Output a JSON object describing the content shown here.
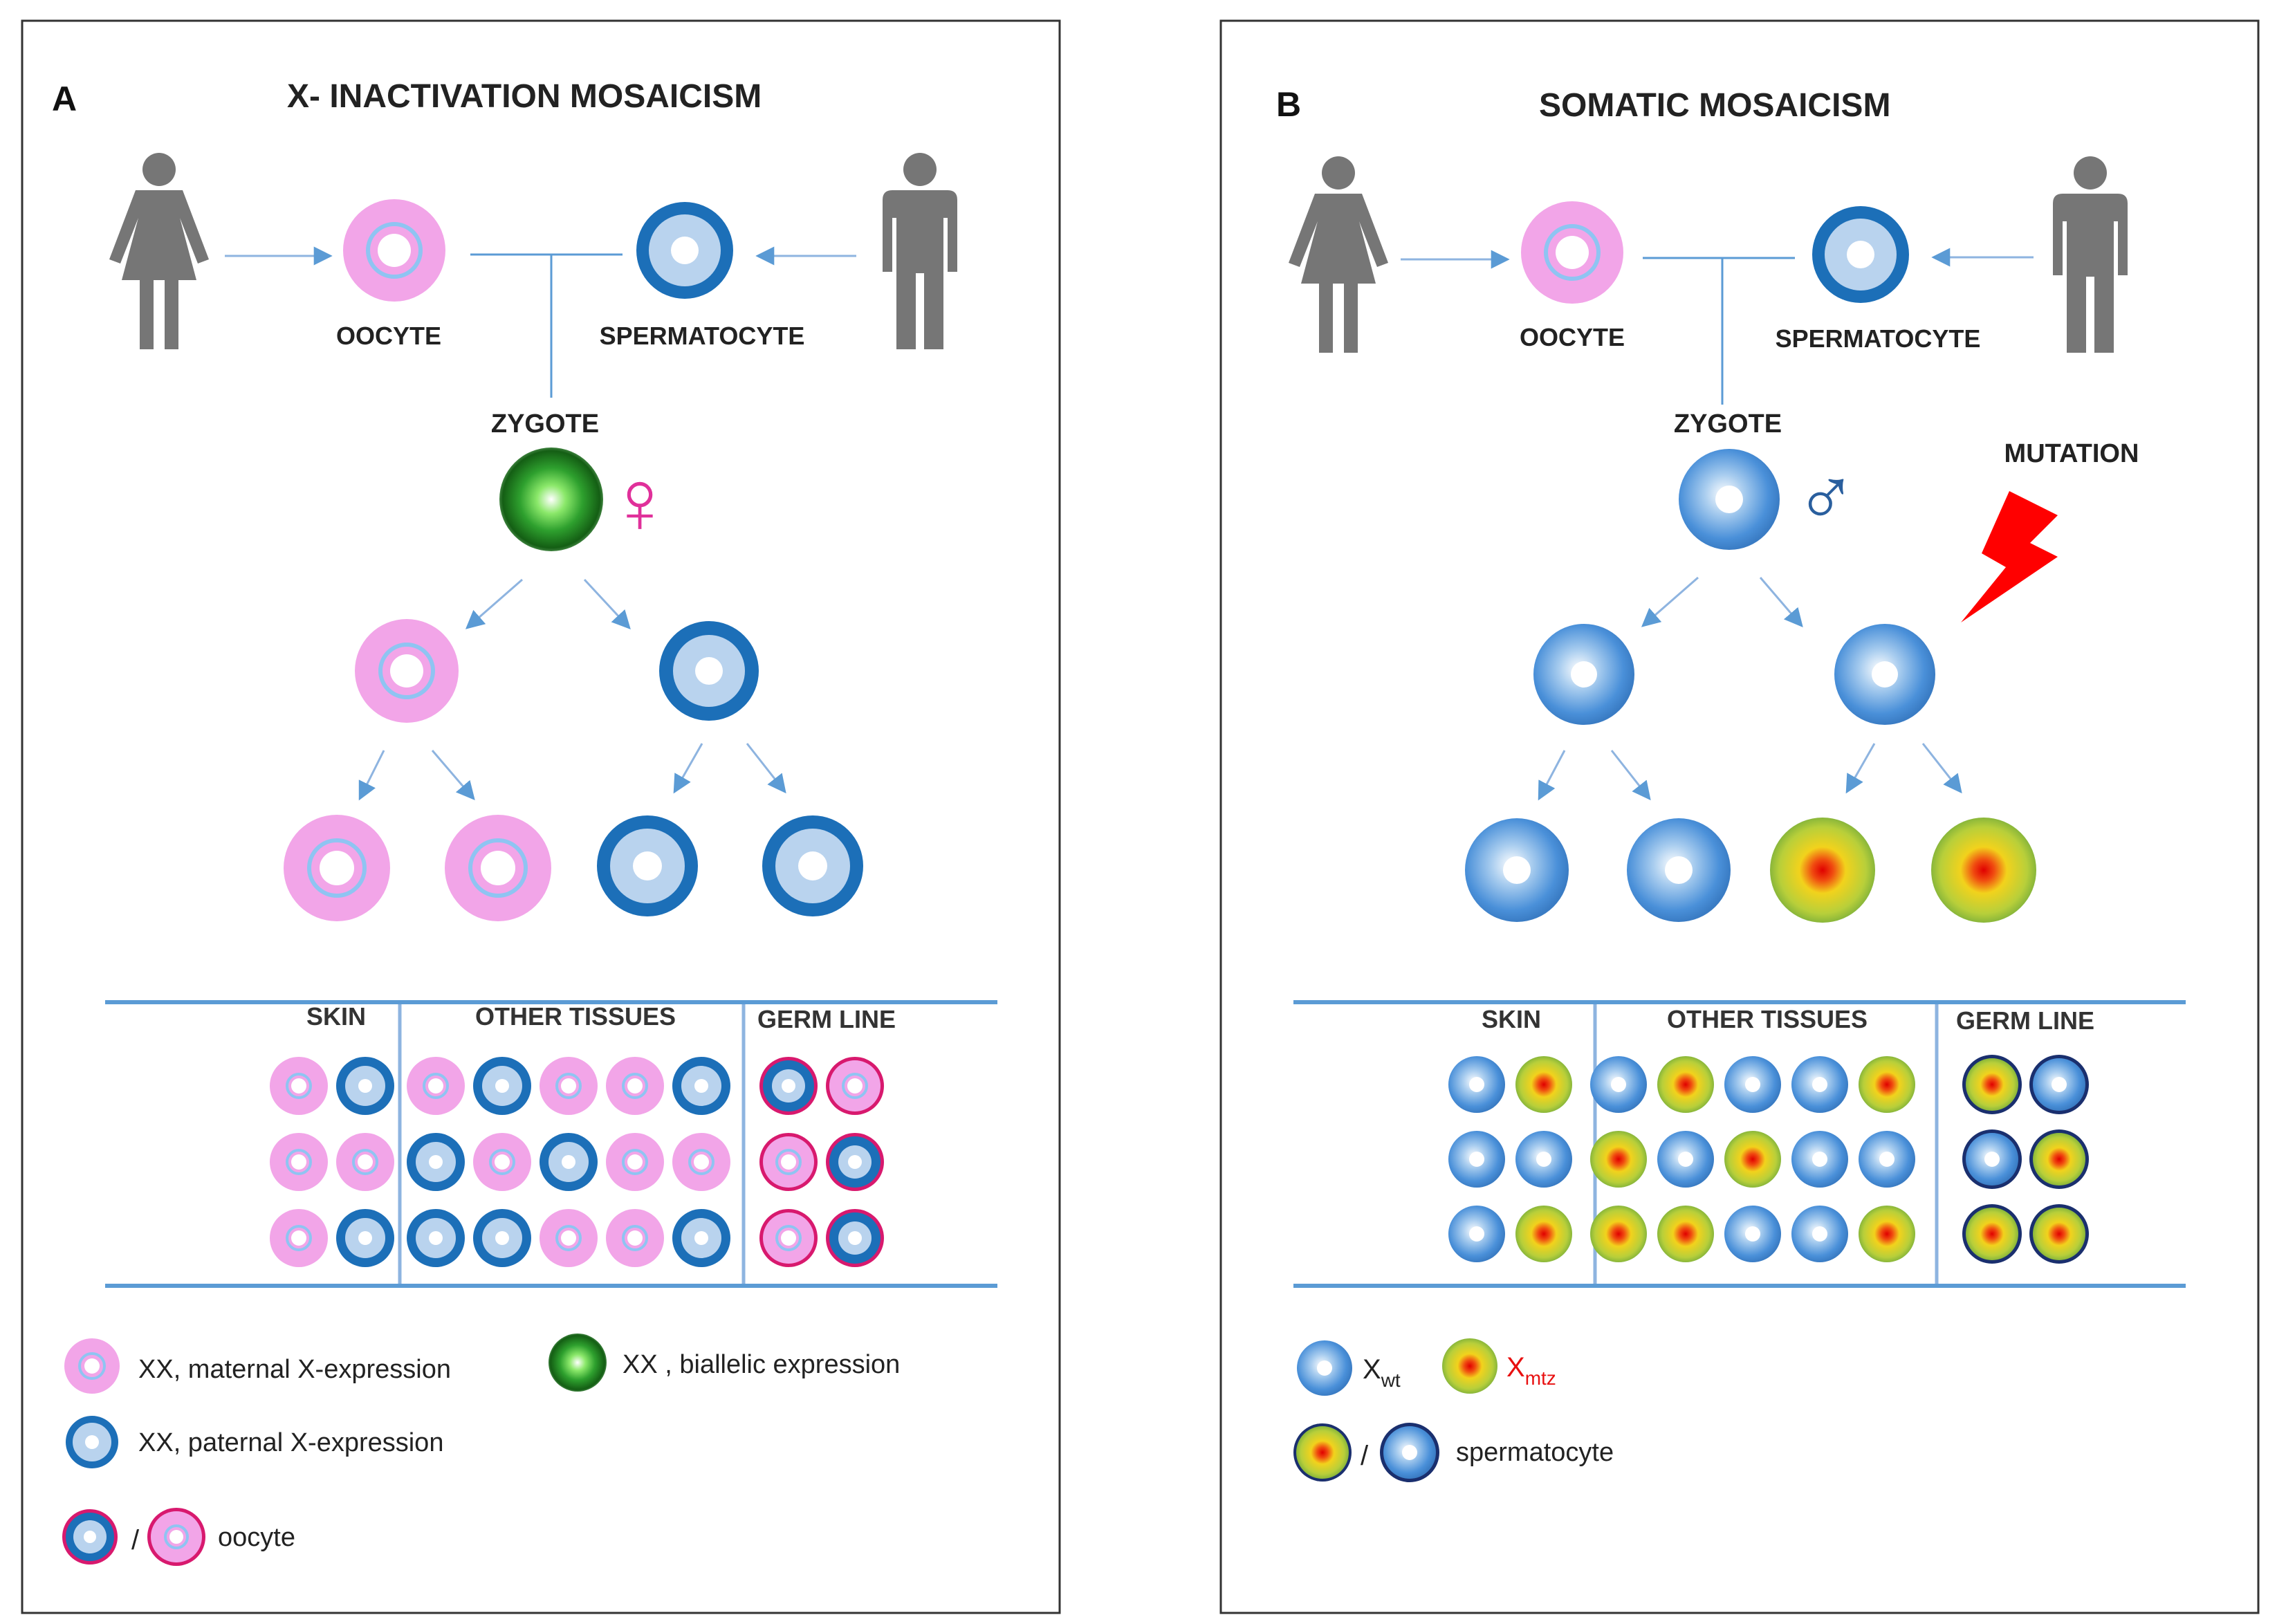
{
  "panel_a": {
    "letter": "A",
    "title": "X- INACTIVATION MOSAICISM",
    "oocyte_label": "OOCYTE",
    "spermatocyte_label": "SPERMATOCYTE",
    "zygote_label": "ZYGOTE",
    "sex_symbol": "♀",
    "tissue_headers": [
      "SKIN",
      "OTHER TISSUES",
      "GERM LINE"
    ],
    "skin_grid": [
      [
        "M",
        "P"
      ],
      [
        "M",
        "M"
      ],
      [
        "M",
        "P"
      ]
    ],
    "other_grid": [
      [
        "M",
        "P",
        "M",
        "M",
        "P"
      ],
      [
        "P",
        "M",
        "P",
        "M",
        "M"
      ],
      [
        "P",
        "P",
        "M",
        "M",
        "P"
      ]
    ],
    "germ_grid": [
      [
        "GP",
        "GM"
      ],
      [
        "GM",
        "GP"
      ],
      [
        "GM",
        "GP"
      ]
    ],
    "legend": {
      "maternal": "XX, maternal X-expression",
      "paternal": "XX, paternal  X-expression",
      "biallelic": "XX , biallelic expression",
      "slash": "/",
      "oocyte": "oocyte"
    },
    "colors": {
      "maternal": "#f2a5e8",
      "paternal_ring": "#1c6fb8",
      "paternal_core": "#b9d3ee",
      "biallelic": "#3a9a3a",
      "germ_ring": "#d8196e"
    }
  },
  "panel_b": {
    "letter": "B",
    "title": "SOMATIC MOSAICISM",
    "oocyte_label": "OOCYTE",
    "spermatocyte_label": "SPERMATOCYTE",
    "zygote_label": "ZYGOTE",
    "sex_symbol": "♂",
    "mutation_label": "MUTATION",
    "tissue_headers": [
      "SKIN",
      "OTHER TISSUES",
      "GERM LINE"
    ],
    "skin_grid": [
      [
        "W",
        "T"
      ],
      [
        "W",
        "W"
      ],
      [
        "W",
        "T"
      ]
    ],
    "other_grid": [
      [
        "W",
        "T",
        "W",
        "W",
        "T"
      ],
      [
        "T",
        "W",
        "T",
        "W",
        "W"
      ],
      [
        "T",
        "T",
        "W",
        "W",
        "T"
      ]
    ],
    "germ_grid": [
      [
        "GT",
        "GW"
      ],
      [
        "GW",
        "GT"
      ],
      [
        "GT",
        "GT"
      ]
    ],
    "legend": {
      "wt_base": "X",
      "wt_sub": "wt",
      "mtz_base": "X",
      "mtz_sub": "mtz",
      "slash": "/",
      "spermatocyte": "spermatocyte"
    },
    "colors": {
      "wt": "#4a90d9",
      "mutant_outer": "#9cc34a",
      "mutant_core": "#e81010",
      "mutation_bolt": "#ff0000",
      "germ_ring": "#1a2f6e"
    }
  }
}
